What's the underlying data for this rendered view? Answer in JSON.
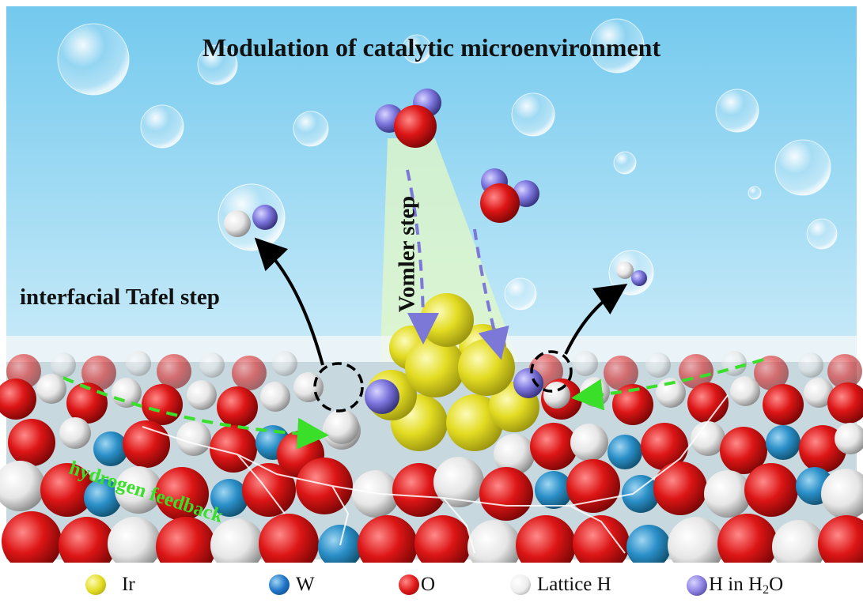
{
  "title": "Modulation of catalytic microenvironment",
  "labels": {
    "tafel": "interfacial Tafel step",
    "vomler": "Vomler step",
    "feedback": "hydrogen feedback"
  },
  "legend": [
    {
      "label": "Ir",
      "color": "#f2ea2a"
    },
    {
      "label": "W",
      "color": "#1e73c8"
    },
    {
      "label": "O",
      "color": "#e01818"
    },
    {
      "label": "Lattice H",
      "color": "#ededed"
    },
    {
      "label_main": "H in H",
      "label_sub": "2",
      "label_tail": "O",
      "color": "#8a7fe0"
    }
  ],
  "colors": {
    "sky_top": "#7fd0f2",
    "sky_bottom": "#e8f6fc",
    "ir": "#e6df22",
    "oxygen": "#e01818",
    "tungsten": "#2a8fc8",
    "lattice_h": "#f0f0f0",
    "water_h": "#7d76de",
    "feedback_arrow": "#3adf2a",
    "vomler_arrow": "#7c78d8",
    "cone": "#dcf7c8"
  }
}
